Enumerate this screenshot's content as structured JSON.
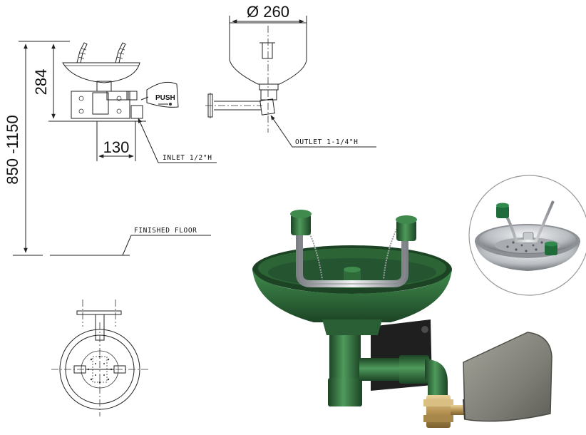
{
  "dimensions": {
    "bowl_diameter": "Ø 260",
    "bowl_height": "284",
    "mounting_height": "850 -1150",
    "inlet_offset": "130"
  },
  "callouts": {
    "inlet": "INLET 1/2\"H",
    "outlet": "OUTLET 1-1/4\"H",
    "floor": "FINISHED FLOOR",
    "push_plate": "PUSH"
  },
  "colors": {
    "bowl_green": "#2f6a3a",
    "bowl_green_dark": "#1c4424",
    "chrome": "#c9cccf",
    "steel_plate": "#8a8a82",
    "brass": "#c8a96a"
  }
}
